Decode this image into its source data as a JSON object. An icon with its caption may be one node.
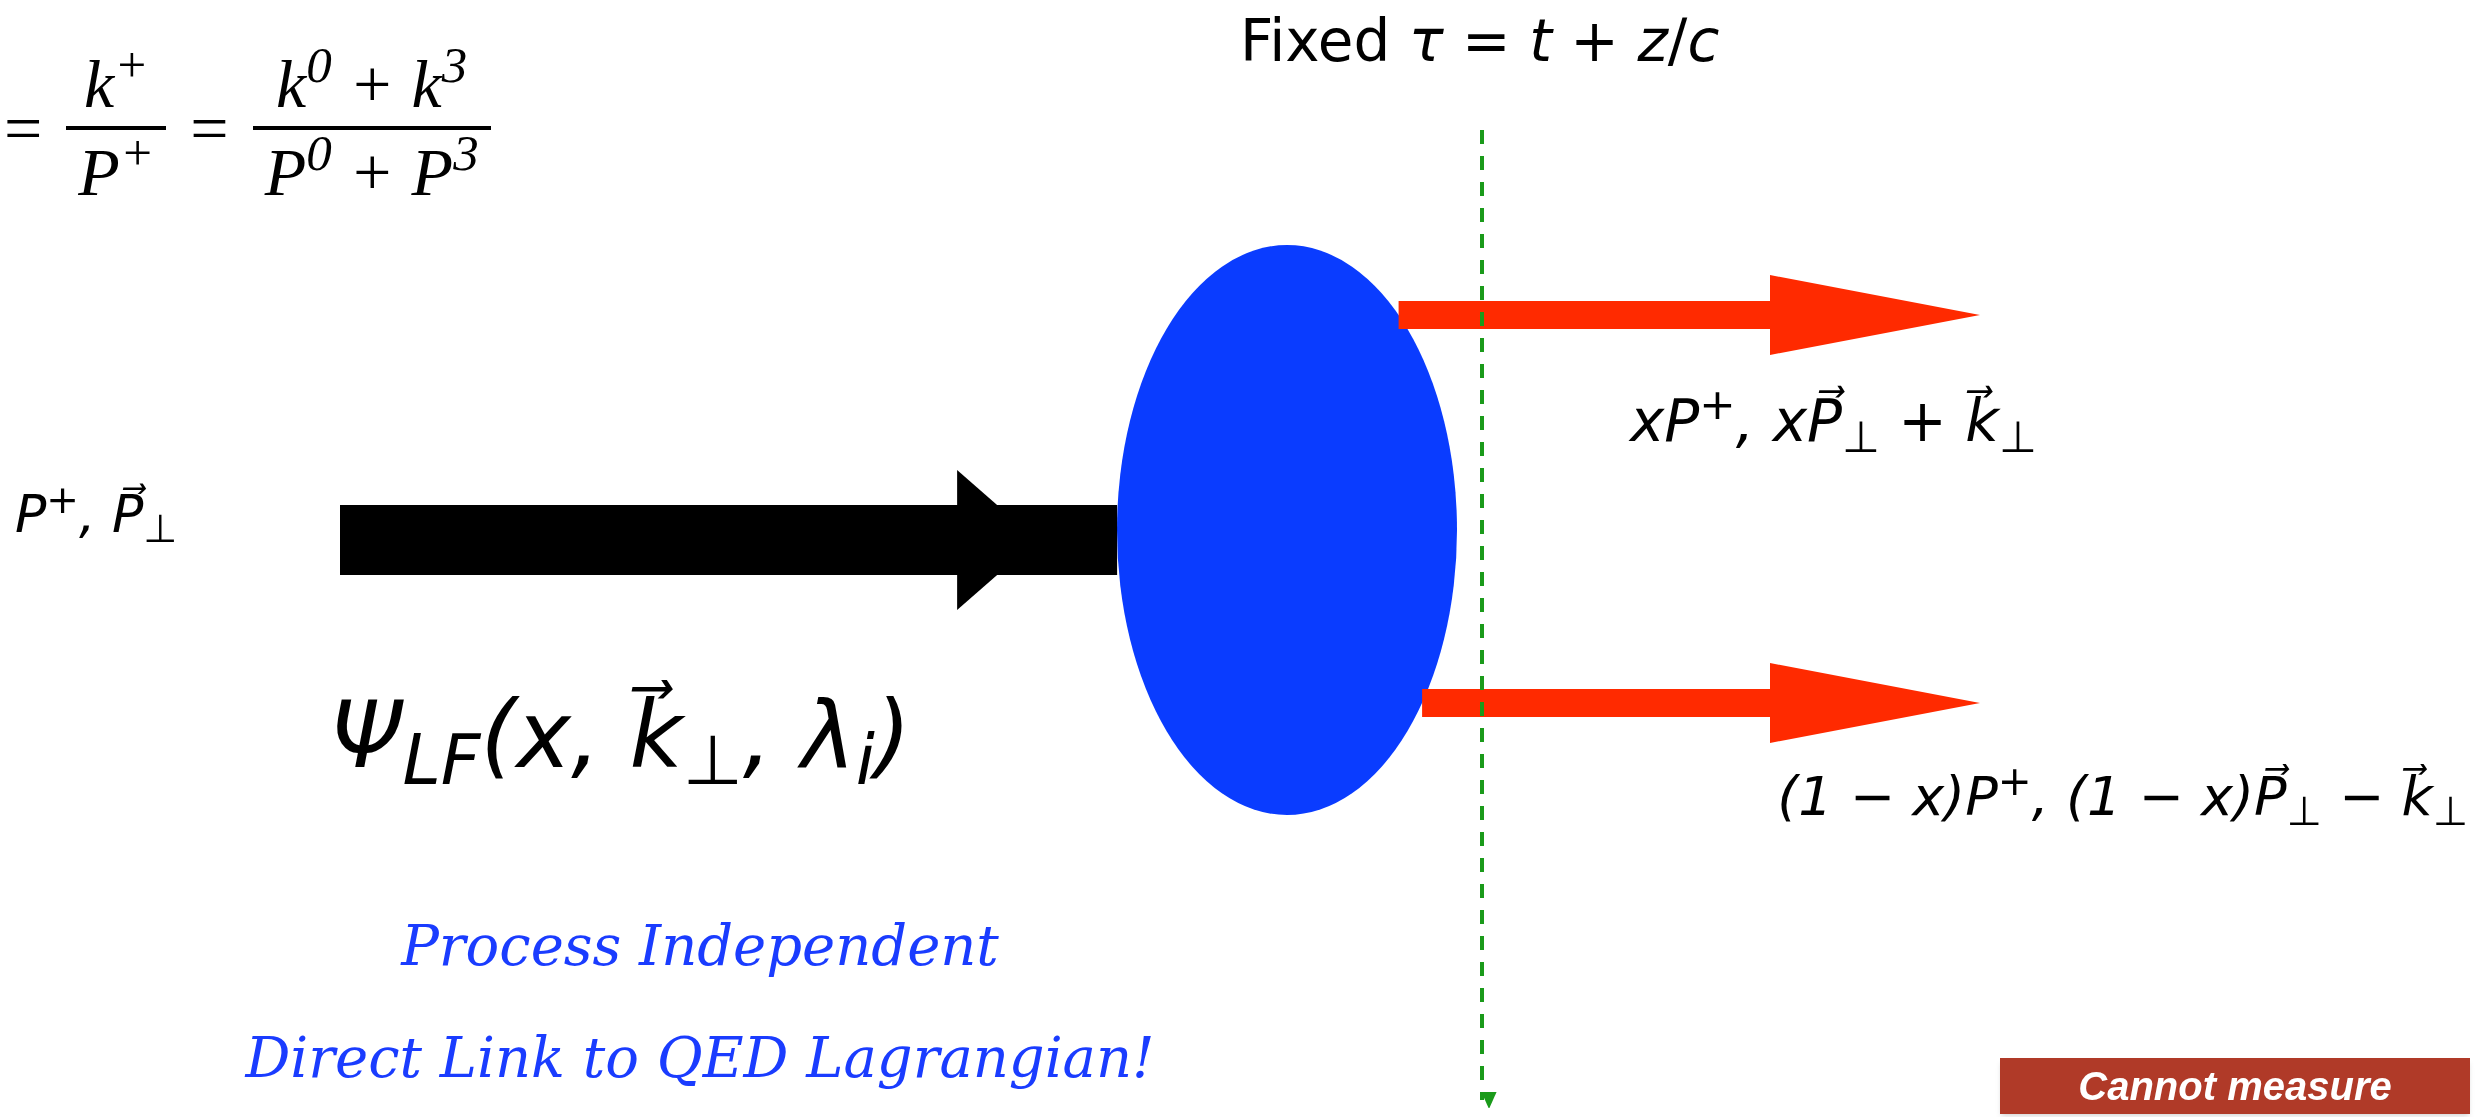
{
  "diagram": {
    "nodes": [
      {
        "text": [
          "Fixed *τ* = *t* + *z*/*c*"
        ]
      },
      {
        "text": [],
        "shape": "ellipse"
      }
    ],
    "edges": [
      {
        "from": null,
        "to": 1,
        "arrow": "to",
        "style": "thick",
        "color": "#000000"
      },
      {
        "from": 1,
        "to": null,
        "arrow": "to",
        "color": "#ff2a00"
      },
      {
        "from": 1,
        "to": null,
        "arrow": "to",
        "color": "#ff2a00"
      },
      {
        "from": 0,
        "to": null,
        "arrow": "to",
        "style": "dashed",
        "color": "#1a9a1a"
      }
    ],
    "labels": [
      "=",
      "k$^{+}$",
      "P$^{+}$",
      "=",
      "k$^{0}$ + k$^{3}$",
      "P$^{0}$ + P$^{3}$",
      "P$^{+}$, P⃗$_{⊥}$",
      "xP$^{+}$, xP⃗$_{⊥}$ + k⃗$_{⊥}$",
      "(1 − x)P$^{+}$, (1 − x)P⃗$_{⊥}$ − k⃗$_{⊥}$",
      "Ψ$_{LF}$(x, k⃗$_{⊥}$, λ$_{i}$)",
      "Process Independent",
      "Direct Link to QED Lagrangian!",
      "Cannot measure"
    ]
  }
}
